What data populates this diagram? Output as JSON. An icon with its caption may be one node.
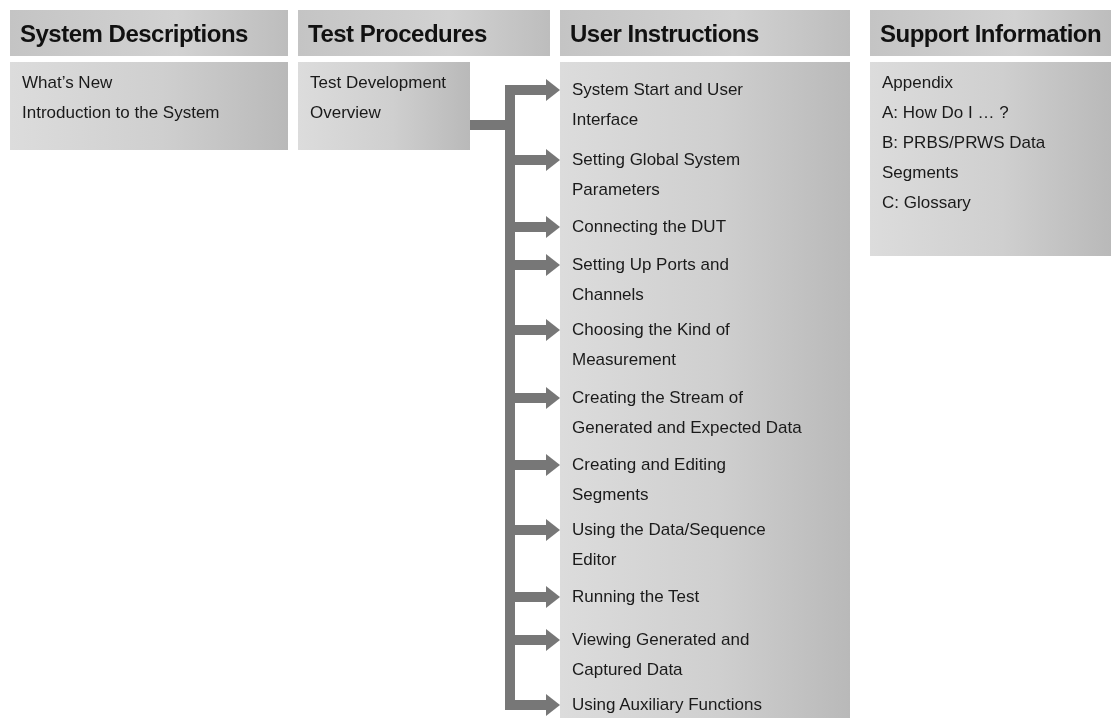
{
  "diagram": {
    "nodes": [
      {
        "text": [
          "System Descriptions"
        ]
      },
      {
        "text": [
          "What’s New",
          "Introduction to the System"
        ]
      },
      {
        "text": [
          "Test Procedures"
        ]
      },
      {
        "text": [
          "Test Development Overview"
        ]
      },
      {
        "text": [
          "User Instructions"
        ]
      },
      {
        "text": [],
        "shape": "box"
      },
      {
        "text": [
          "System Start and User Interface"
        ],
        "in": 5
      },
      {
        "text": [
          "Setting Global System Parameters"
        ],
        "in": 5
      },
      {
        "text": [
          "Connecting the DUT"
        ],
        "in": 5
      },
      {
        "text": [
          "Setting Up Ports and Channels"
        ],
        "in": 5
      },
      {
        "text": [
          "Choosing the Kind of Measurement"
        ],
        "in": 5
      },
      {
        "text": [
          "Creating the Stream of Generated and Expected Data"
        ],
        "in": 5
      },
      {
        "text": [
          "Creating and Editing Segments"
        ],
        "in": 5
      },
      {
        "text": [
          "Using the Data/Sequence Editor"
        ],
        "in": 5
      },
      {
        "text": [
          "Running the Test"
        ],
        "in": 5
      },
      {
        "text": [
          "Viewing Generated and Captured Data"
        ],
        "in": 5
      },
      {
        "text": [
          "Using Auxiliary Functions"
        ],
        "in": 5
      },
      {
        "text": [
          "Support Information"
        ]
      },
      {
        "text": [
          "Appendix",
          "A: How Do I … ?",
          "B: PRBS/PRWS Data Segments",
          "C: Glossary"
        ]
      }
    ],
    "edges": [
      {
        "from": 3,
        "to": 6,
        "arrow": "to"
      },
      {
        "from": 3,
        "to": 7,
        "arrow": "to"
      },
      {
        "from": 3,
        "to": 8,
        "arrow": "to"
      },
      {
        "from": 3,
        "to": 9,
        "arrow": "to"
      },
      {
        "from": 3,
        "to": 10,
        "arrow": "to"
      },
      {
        "from": 3,
        "to": 11,
        "arrow": "to"
      },
      {
        "from": 3,
        "to": 12,
        "arrow": "to"
      },
      {
        "from": 3,
        "to": 13,
        "arrow": "to"
      },
      {
        "from": 3,
        "to": 14,
        "arrow": "to"
      },
      {
        "from": 3,
        "to": 15,
        "arrow": "to"
      },
      {
        "from": 3,
        "to": 16,
        "arrow": "to"
      }
    ]
  }
}
